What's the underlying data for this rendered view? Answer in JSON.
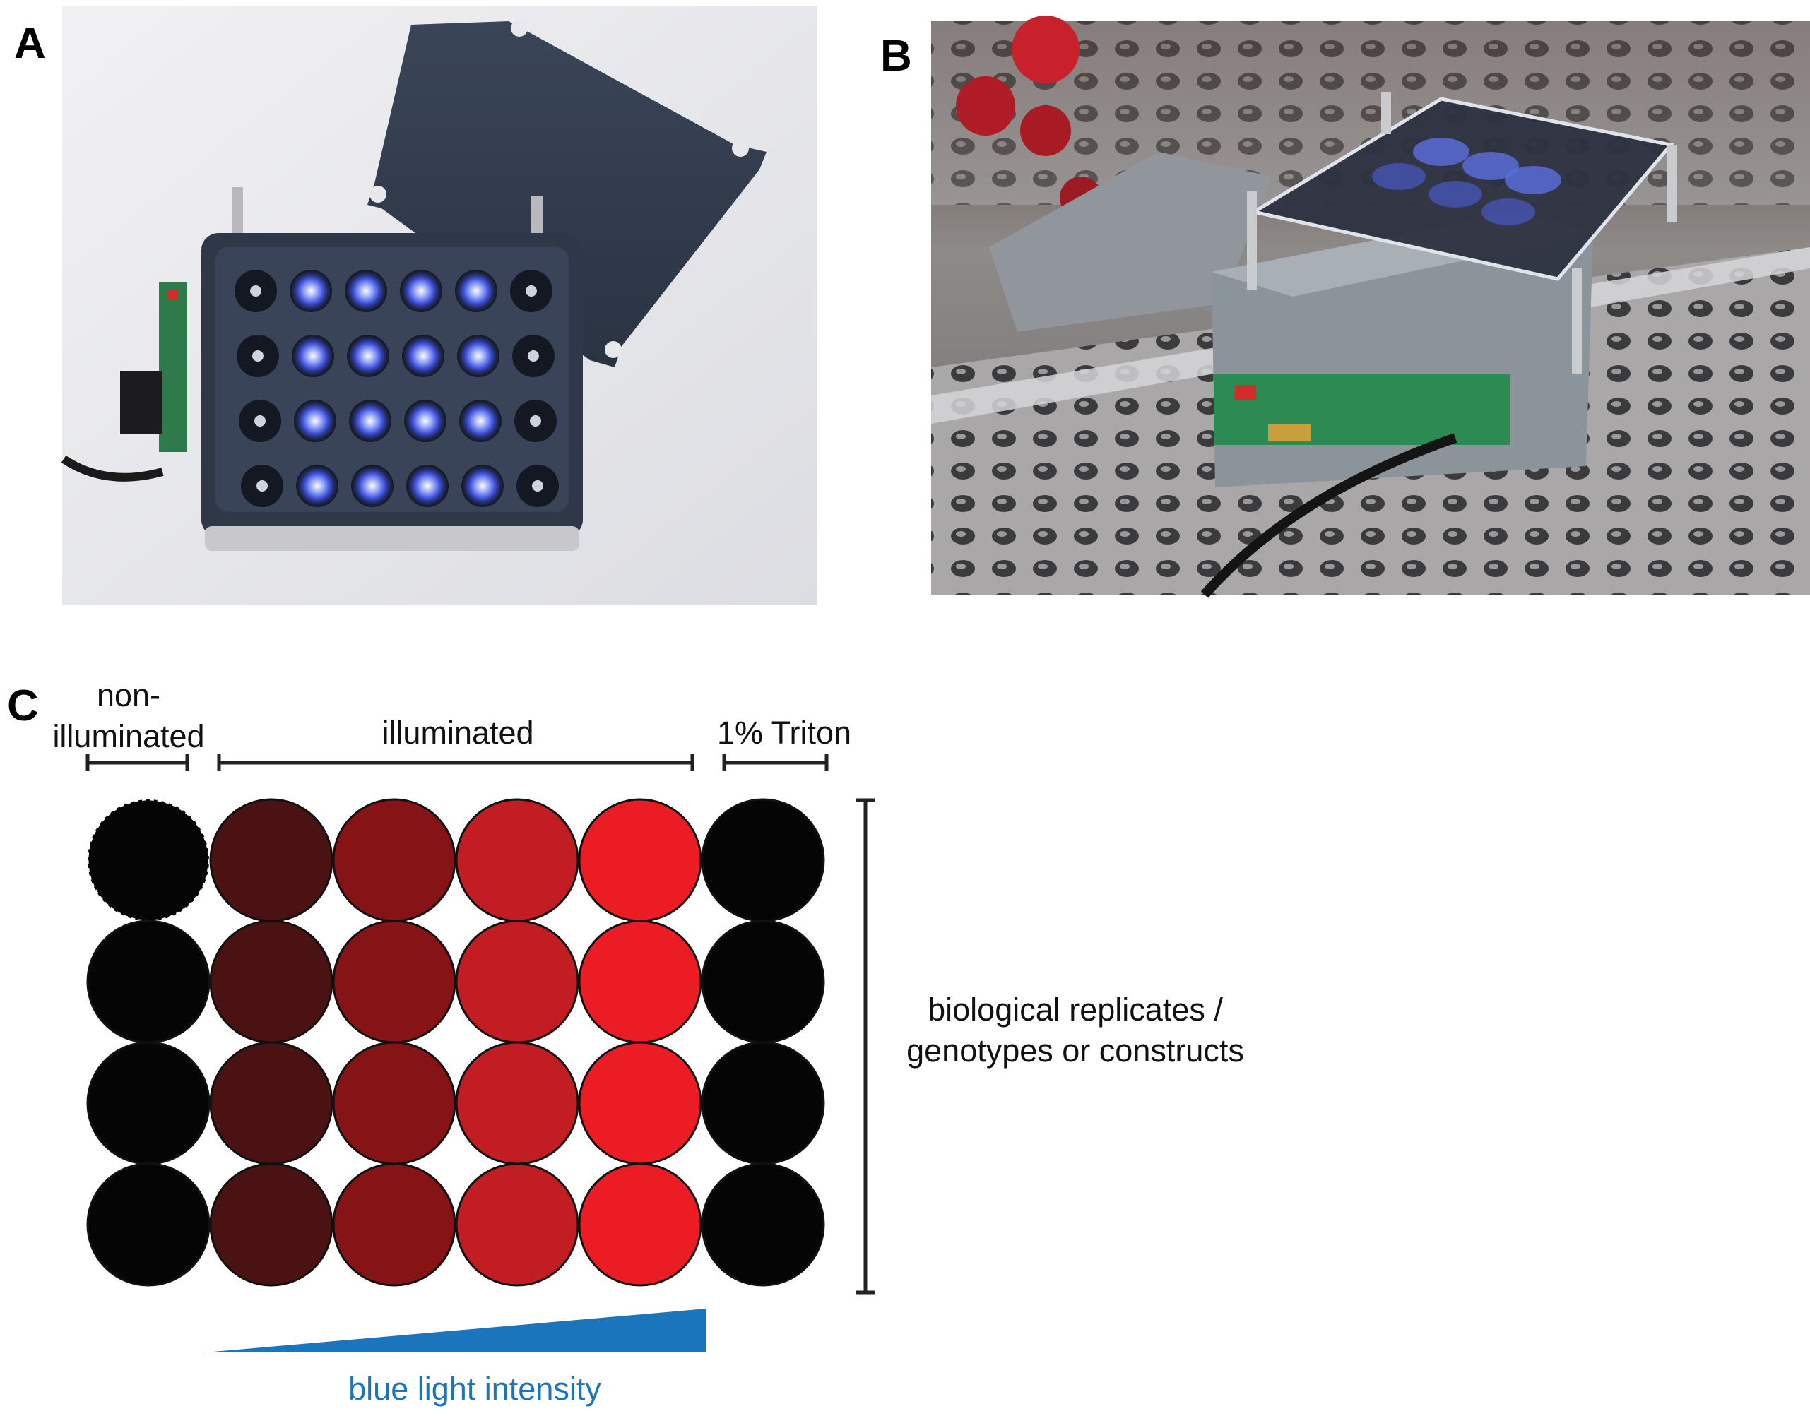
{
  "panels": {
    "a": {
      "letter": "A"
    },
    "b": {
      "letter": "B"
    },
    "c": {
      "letter": "C"
    }
  },
  "plate": {
    "group_labels": {
      "non_illuminated_line1": "non-",
      "non_illuminated_line2": "illuminated",
      "illuminated": "illuminated",
      "triton": "1% Triton"
    },
    "replicates_label_line1": "biological replicates /",
    "replicates_label_line2": "genotypes or constructs",
    "intensity_label": "blue light intensity",
    "rows": 4,
    "columns": 6,
    "column_colors": [
      "#050505",
      "#4a1212",
      "#861417",
      "#c11d23",
      "#ec1c24",
      "#050505"
    ],
    "first_well_dashed": true,
    "gradient_color": "#1b75bc"
  },
  "colors": {
    "label_text": "#111111",
    "intensity_text": "#1b75bc"
  }
}
